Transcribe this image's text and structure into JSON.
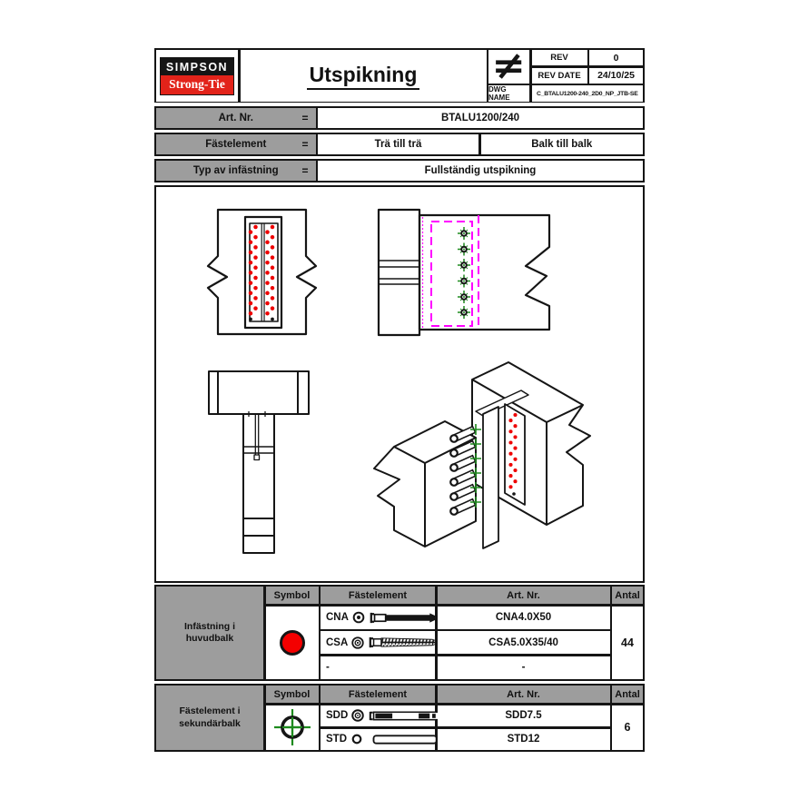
{
  "sheet": {
    "logo": {
      "top": "SIMPSON",
      "bottom": "Strong-Tie"
    },
    "title": "Utspikning",
    "revision": {
      "rev_label": "REV",
      "rev_value": "0",
      "rev_date_label": "REV DATE",
      "rev_date_value": "24/10/25",
      "dwg_name_label": "DWG NAME",
      "dwg_name_value": "C_BTALU1200-240_2D0_NP_JTB-SE"
    },
    "info_rows": [
      {
        "label": "Art. Nr.",
        "eq": "=",
        "values": [
          "BTALU1200/240"
        ]
      },
      {
        "label": "Fästelement",
        "eq": "=",
        "values": [
          "Trä till trä",
          "Balk till balk"
        ]
      },
      {
        "label": "Typ av infästning",
        "eq": "=",
        "values": [
          "Fullständig utspikning"
        ]
      }
    ],
    "fastener_tables": [
      {
        "row_label": "Infästning i huvudbalk",
        "headers": {
          "symbol": "Symbol",
          "fastener": "Fästelement",
          "art": "Art. Nr.",
          "qty": "Antal"
        },
        "symbol_icon": "red-circle",
        "rows": [
          {
            "code": "CNA",
            "icon": "cna-nail",
            "art": "CNA4.0X50"
          },
          {
            "code": "CSA",
            "icon": "csa-screw",
            "art": "CSA5.0X35/40"
          },
          {
            "code": "-",
            "icon": "",
            "art": "-"
          }
        ],
        "qty": "44"
      },
      {
        "row_label": "Fästelement i sekundärbalk",
        "headers": {
          "symbol": "Symbol",
          "fastener": "Fästelement",
          "art": "Art. Nr.",
          "qty": "Antal"
        },
        "symbol_icon": "green-crosshair",
        "rows": [
          {
            "code": "SDD",
            "icon": "sdd-dowel",
            "art": "SDD7.5"
          },
          {
            "code": "STD",
            "icon": "std-dowel",
            "art": "STD12"
          }
        ],
        "qty": "6"
      }
    ],
    "colors": {
      "nail_red": "#ee0000",
      "symbol_red": "#f40000",
      "magenta": "#ff00ff",
      "screw_green": "#1e8a1e",
      "cell_gray": "#9d9d9d",
      "brand_red": "#e2231a",
      "line": "#151515"
    }
  }
}
